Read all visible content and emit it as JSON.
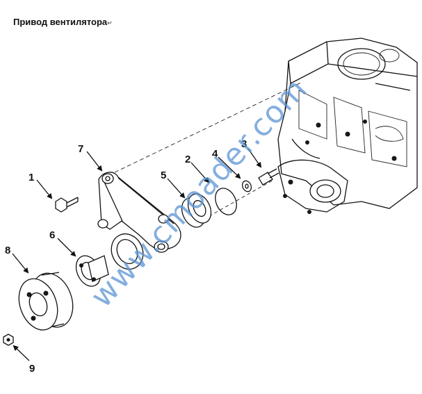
{
  "title": "Привод  вентилятора",
  "title_mark": "↵",
  "watermark": "www.cmoader.com",
  "callouts": [
    "1",
    "2",
    "3",
    "4",
    "5",
    "6",
    "7",
    "8",
    "9"
  ]
}
